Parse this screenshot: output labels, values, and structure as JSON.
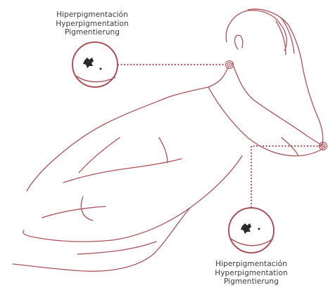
{
  "callouts": {
    "top": {
      "lines": [
        "Hiperpigmentación",
        "Hyperpigmentation",
        "Pigmentierung"
      ]
    },
    "bottom": {
      "lines": [
        "Hiperpigmentación",
        "Hyperpigmentation",
        "Pigmentierung"
      ]
    }
  },
  "colors": {
    "outline": "#a9545a",
    "dots": "#b3585e",
    "spot": "#2a2a2a",
    "text": "#3a3a3a",
    "background": "#ffffff"
  }
}
